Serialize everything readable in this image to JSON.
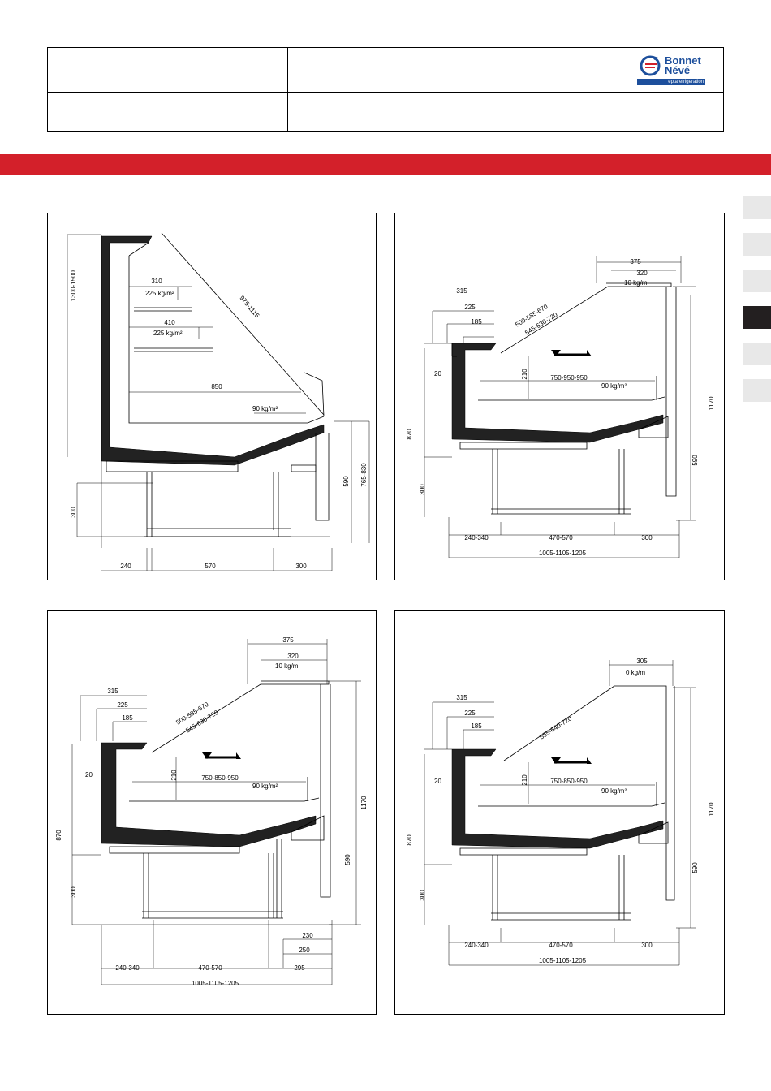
{
  "brand": {
    "line1": "Bonnet",
    "line2": "Névé",
    "tagline": "eptarefrigeration"
  },
  "colors": {
    "accent": "#d3202a",
    "brand": "#1d4f9c",
    "tab_active": "#231f20",
    "tab": "#e8e8e8"
  },
  "panels": {
    "p1": {
      "d_1300": "1300-1500",
      "d_310": "310",
      "d_225": "225 kg/m²",
      "d_410": "410",
      "d_225b": "225 kg/m²",
      "d_975": "975-1115",
      "d_850": "850",
      "d_90": "90 kg/m²",
      "d_765": "765-830",
      "d_590": "590",
      "d_300": "300",
      "d_240": "240",
      "d_570": "570",
      "d_300b": "300"
    },
    "p2": {
      "d_375": "375",
      "d_320": "320",
      "d_10": "10 kg/m",
      "d_315": "315",
      "d_225": "225",
      "d_185": "185",
      "d_500": "500-585-670",
      "d_545": "545-630-720",
      "d_20": "20",
      "d_210": "210",
      "d_750": "750-950-950",
      "d_90": "90 kg/m²",
      "d_870": "870",
      "d_1170": "1170",
      "d_590": "590",
      "d_300": "300",
      "d_240": "240-340",
      "d_470": "470-570",
      "d_300b": "300",
      "d_1005": "1005-1105-1205"
    },
    "p3": {
      "d_375": "375",
      "d_320": "320",
      "d_10": "10 kg/m",
      "d_315": "315",
      "d_225": "225",
      "d_185": "185",
      "d_500": "500-585-670",
      "d_545": "545-630-720",
      "d_20": "20",
      "d_210": "210",
      "d_750": "750-850-950",
      "d_90": "90 kg/m²",
      "d_870": "870",
      "d_1170": "1170",
      "d_590": "590",
      "d_300": "300",
      "d_230": "230",
      "d_250": "250",
      "d_240": "240-340",
      "d_470": "470-570",
      "d_295": "295",
      "d_1005": "1005-1105-1205"
    },
    "p4": {
      "d_305": "305",
      "d_0": "0 kg/m",
      "d_315": "315",
      "d_225": "225",
      "d_185": "185",
      "d_555": "555-640-720",
      "d_20": "20",
      "d_210": "210",
      "d_750": "750-850-950",
      "d_90": "90 kg/m²",
      "d_870": "870",
      "d_1170": "1170",
      "d_590": "590",
      "d_300": "300",
      "d_240": "240-340",
      "d_470": "470-570",
      "d_300b": "300",
      "d_1005": "1005-1105-1205"
    }
  }
}
